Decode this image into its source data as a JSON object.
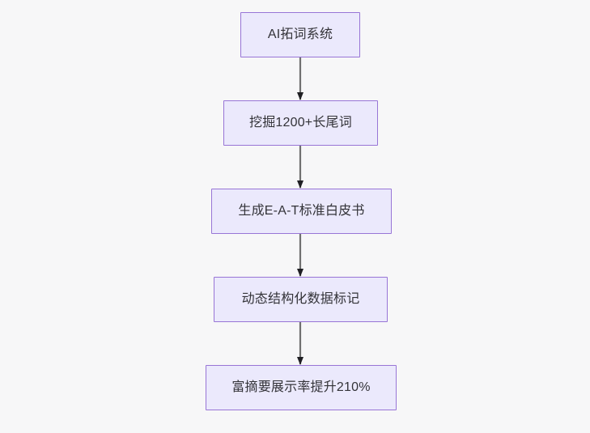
{
  "diagram": {
    "type": "flowchart",
    "direction": "top-to-bottom",
    "background_color": "#f7f7f8",
    "node_fill_color": "#ebe9fc",
    "node_border_color": "#9875d6",
    "node_text_color": "#333338",
    "edge_color": "#707070",
    "arrowhead_color": "#1f1f23",
    "nodes": [
      {
        "id": "n1",
        "label": "AI拓词系统"
      },
      {
        "id": "n2",
        "label": "挖掘1200+长尾词"
      },
      {
        "id": "n3",
        "label": "生成E-A-T标准白皮书"
      },
      {
        "id": "n4",
        "label": "动态结构化数据标记"
      },
      {
        "id": "n5",
        "label": "富摘要展示率提升210%"
      }
    ],
    "edges": [
      {
        "from": "n1",
        "to": "n2",
        "label": ""
      },
      {
        "from": "n2",
        "to": "n3",
        "label": ""
      },
      {
        "from": "n3",
        "to": "n4",
        "label": ""
      },
      {
        "from": "n4",
        "to": "n5",
        "label": ""
      }
    ]
  }
}
